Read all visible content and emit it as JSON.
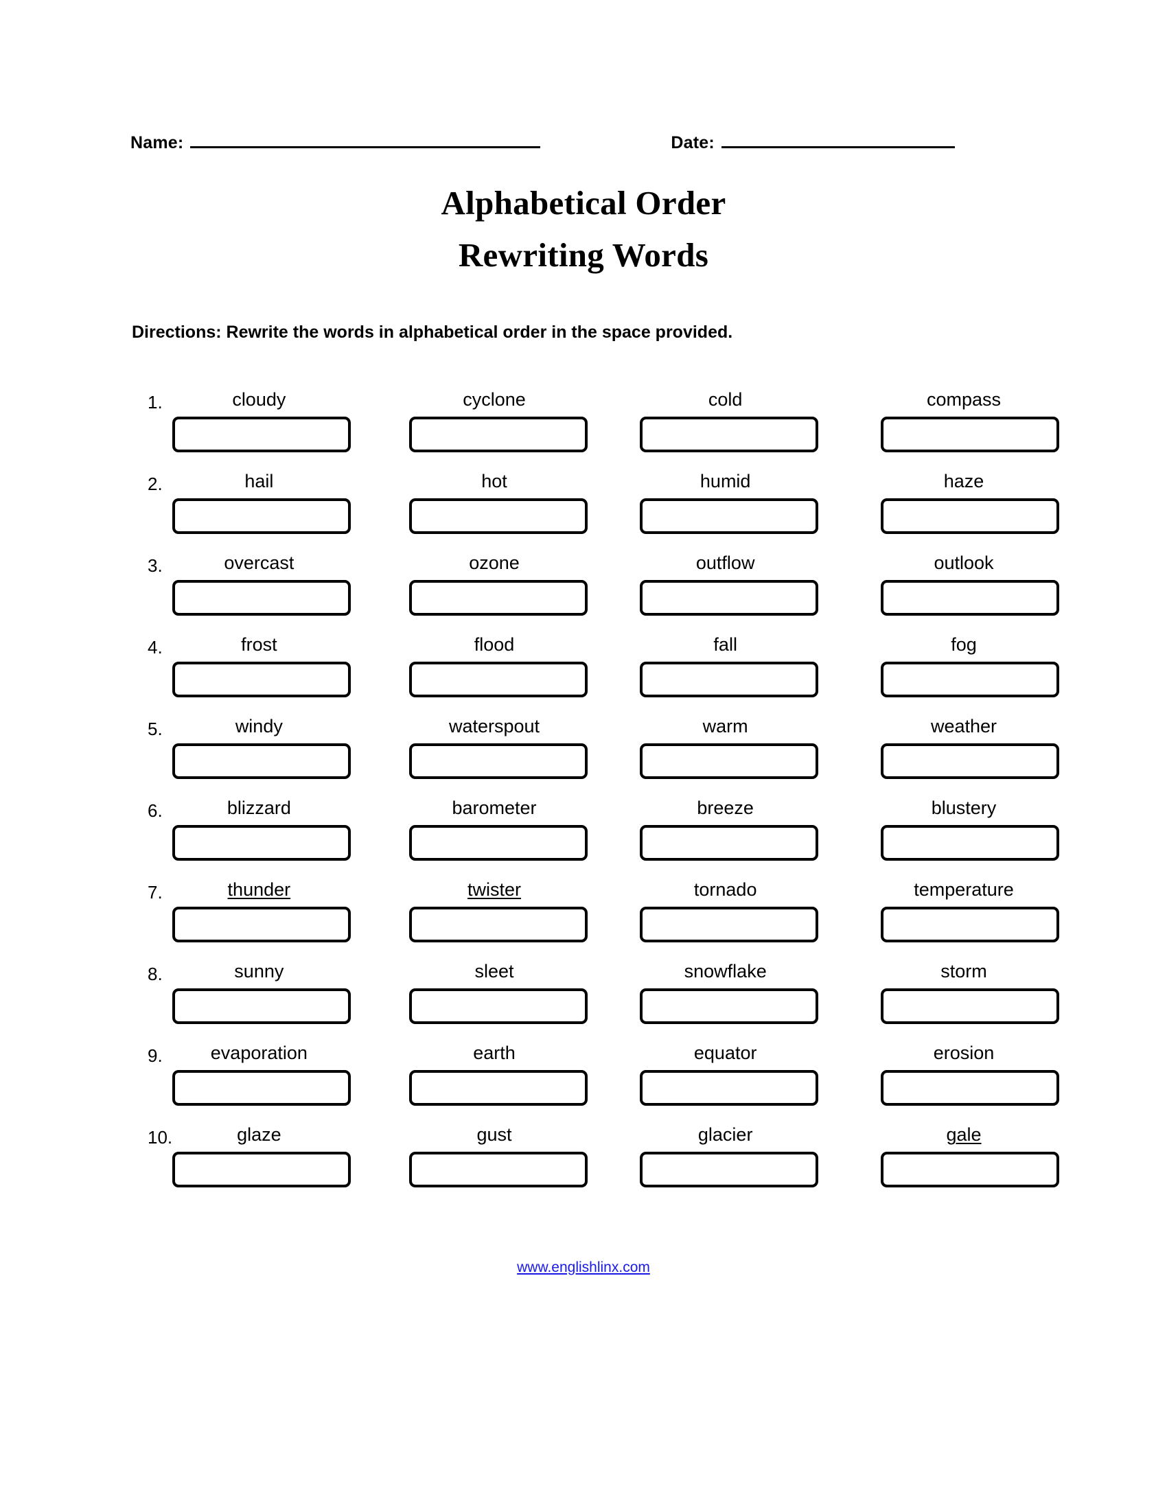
{
  "header": {
    "name_label": "Name:",
    "date_label": "Date:"
  },
  "title": {
    "line1": "Alphabetical Order",
    "line2": "Rewriting Words"
  },
  "directions": "Directions: Rewrite the words in alphabetical order in the space provided.",
  "rows": [
    {
      "number": "1.",
      "words": [
        "cloudy",
        "cyclone",
        "cold",
        "compass"
      ],
      "underlined": [
        false,
        false,
        false,
        false
      ]
    },
    {
      "number": "2.",
      "words": [
        "hail",
        "hot",
        "humid",
        "haze"
      ],
      "underlined": [
        false,
        false,
        false,
        false
      ]
    },
    {
      "number": "3.",
      "words": [
        "overcast",
        "ozone",
        "outflow",
        "outlook"
      ],
      "underlined": [
        false,
        false,
        false,
        false
      ]
    },
    {
      "number": "4.",
      "words": [
        "frost",
        "flood",
        "fall",
        "fog"
      ],
      "underlined": [
        false,
        false,
        false,
        false
      ]
    },
    {
      "number": "5.",
      "words": [
        "windy",
        "waterspout",
        "warm",
        "weather"
      ],
      "underlined": [
        false,
        false,
        false,
        false
      ]
    },
    {
      "number": "6.",
      "words": [
        "blizzard",
        "barometer",
        "breeze",
        "blustery"
      ],
      "underlined": [
        false,
        false,
        false,
        false
      ]
    },
    {
      "number": "7.",
      "words": [
        "thunder",
        "twister",
        "tornado",
        "temperature"
      ],
      "underlined": [
        true,
        true,
        false,
        false
      ]
    },
    {
      "number": "8.",
      "words": [
        "sunny",
        "sleet",
        "snowflake",
        "storm"
      ],
      "underlined": [
        false,
        false,
        false,
        false
      ]
    },
    {
      "number": "9.",
      "words": [
        "evaporation",
        "earth",
        "equator",
        "erosion"
      ],
      "underlined": [
        false,
        false,
        false,
        false
      ]
    },
    {
      "number": "10.",
      "words": [
        "glaze",
        "gust",
        "glacier",
        "gale"
      ],
      "underlined": [
        false,
        false,
        false,
        true
      ]
    }
  ],
  "footer": {
    "link_text": "www.englishlinx.com"
  },
  "colors": {
    "ink": "#000000",
    "link": "#1a1ae6",
    "paper": "#ffffff"
  }
}
